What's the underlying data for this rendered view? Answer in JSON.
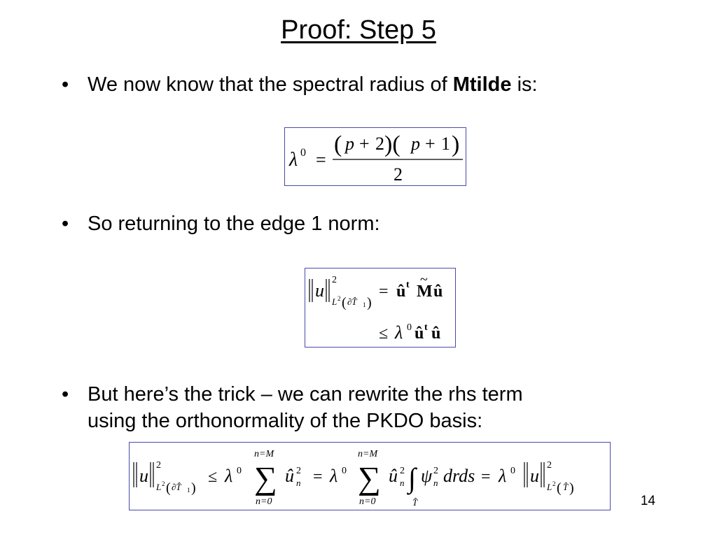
{
  "slide": {
    "title": "Proof: Step 5",
    "page_number": "14",
    "bullets": [
      {
        "marker": "•",
        "before": "We now know that the spectral radius of ",
        "bold": "Mtilde",
        "after": " is:"
      },
      {
        "marker": "•",
        "text": "So returning to the edge 1 norm:"
      },
      {
        "marker": "•",
        "line1": "But here’s the trick – we can rewrite the rhs term",
        "line2": "using the orthonormality of the PKDO basis:"
      }
    ]
  }
}
